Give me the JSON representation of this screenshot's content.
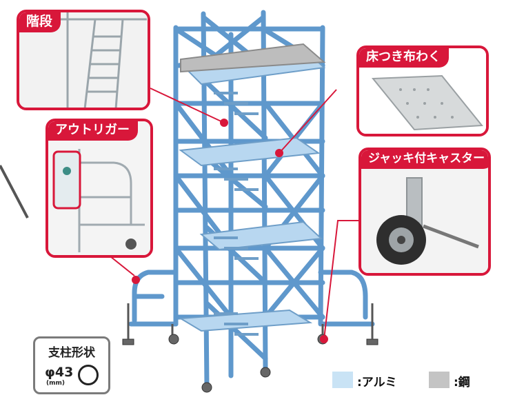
{
  "callouts": {
    "stairs": "階段",
    "outrigger": "アウトリガー",
    "platform": "床つき布わく",
    "caster": "ジャッキ付キャスター"
  },
  "shape": {
    "title": "支柱形状",
    "diameter": "φ43",
    "unit": "(mm)"
  },
  "legend": [
    {
      "label": ":アルミ",
      "color": "#c9e3f5"
    },
    {
      "label": ":鋼",
      "color": "#c4c4c4"
    }
  ],
  "colors": {
    "accent": "#d8173a",
    "aluminum": "#9cc8ea",
    "steel": "#b5b5b5"
  }
}
